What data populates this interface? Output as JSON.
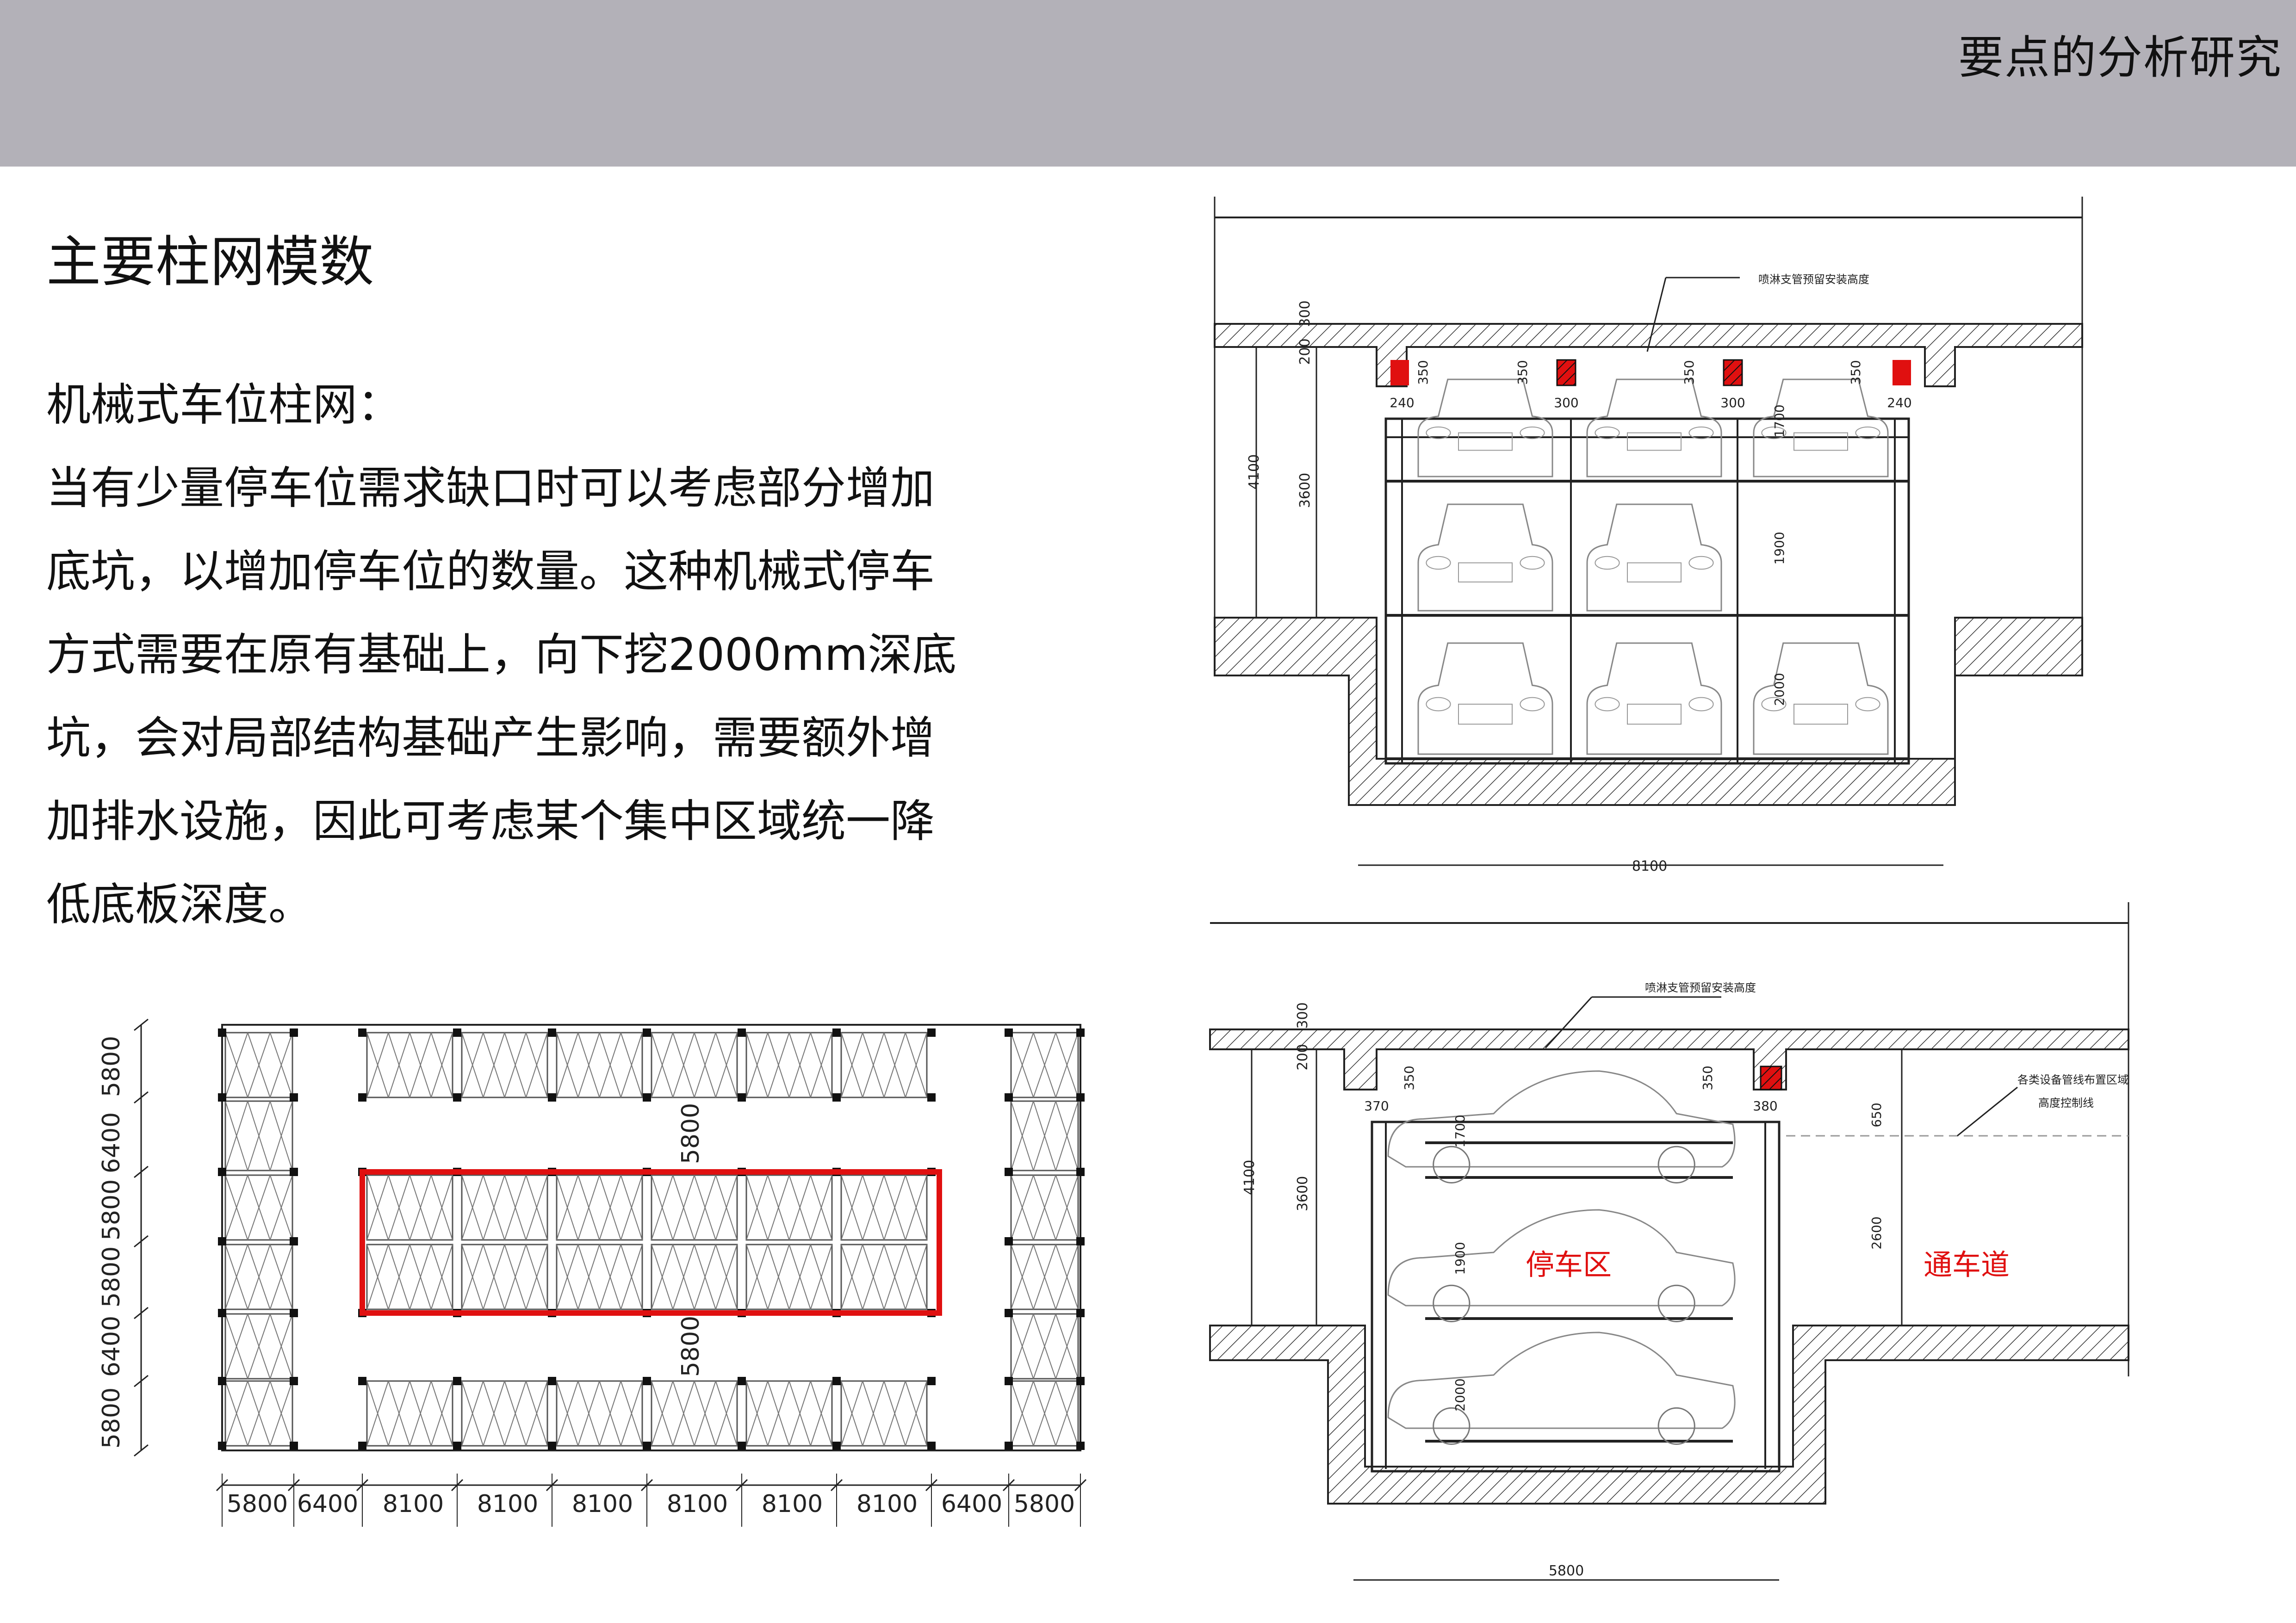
{
  "header": {
    "title": "要点的分析研究"
  },
  "section_title": "主要柱网模数",
  "paragraph": {
    "heading": "机械式车位柱网：",
    "lines": [
      "当有少量停车位需求缺口时可以考虑部分增加",
      "底坑，以增加停车位的数量。这种机械式停车",
      "方式需要在原有基础上，向下挖2000mm深底",
      "坑，会对局部结构基础产生影响，需要额外增",
      "加排水设施，因此可考虑某个集中区域统一降",
      "低底板深度。"
    ]
  },
  "plan": {
    "left_dims": [
      "5800",
      "6400",
      "5800",
      "5800",
      "6400",
      "5800"
    ],
    "bottom_dims": [
      "5800",
      "6400",
      "8100",
      "8100",
      "8100",
      "8100",
      "8100",
      "8100",
      "6400",
      "5800"
    ],
    "center_dims": [
      "5800",
      "5800"
    ],
    "highlight_color": "#e01010"
  },
  "section_top": {
    "annotation": "喷淋支管预留安装高度",
    "dims_left": [
      "300",
      "200",
      "4100",
      "3600"
    ],
    "dims_inner": [
      "350",
      "350",
      "350",
      "350",
      "240",
      "300",
      "300",
      "240",
      "1700",
      "1900",
      "2000"
    ],
    "dim_bottom": "8100"
  },
  "section_bottom": {
    "annotation": "喷淋支管预留安装高度",
    "annotation_right_1": "各类设备管线布置区域",
    "annotation_right_2": "高度控制线",
    "dims_left": [
      "300",
      "200",
      "4100",
      "3600"
    ],
    "dims_inner": [
      "350",
      "350",
      "370",
      "380",
      "1700",
      "1900",
      "2000"
    ],
    "dims_right": [
      "650",
      "2600"
    ],
    "label_parking": "停车区",
    "label_lane": "通车道",
    "dim_bottom": "5800",
    "label_color": "#e01010"
  }
}
